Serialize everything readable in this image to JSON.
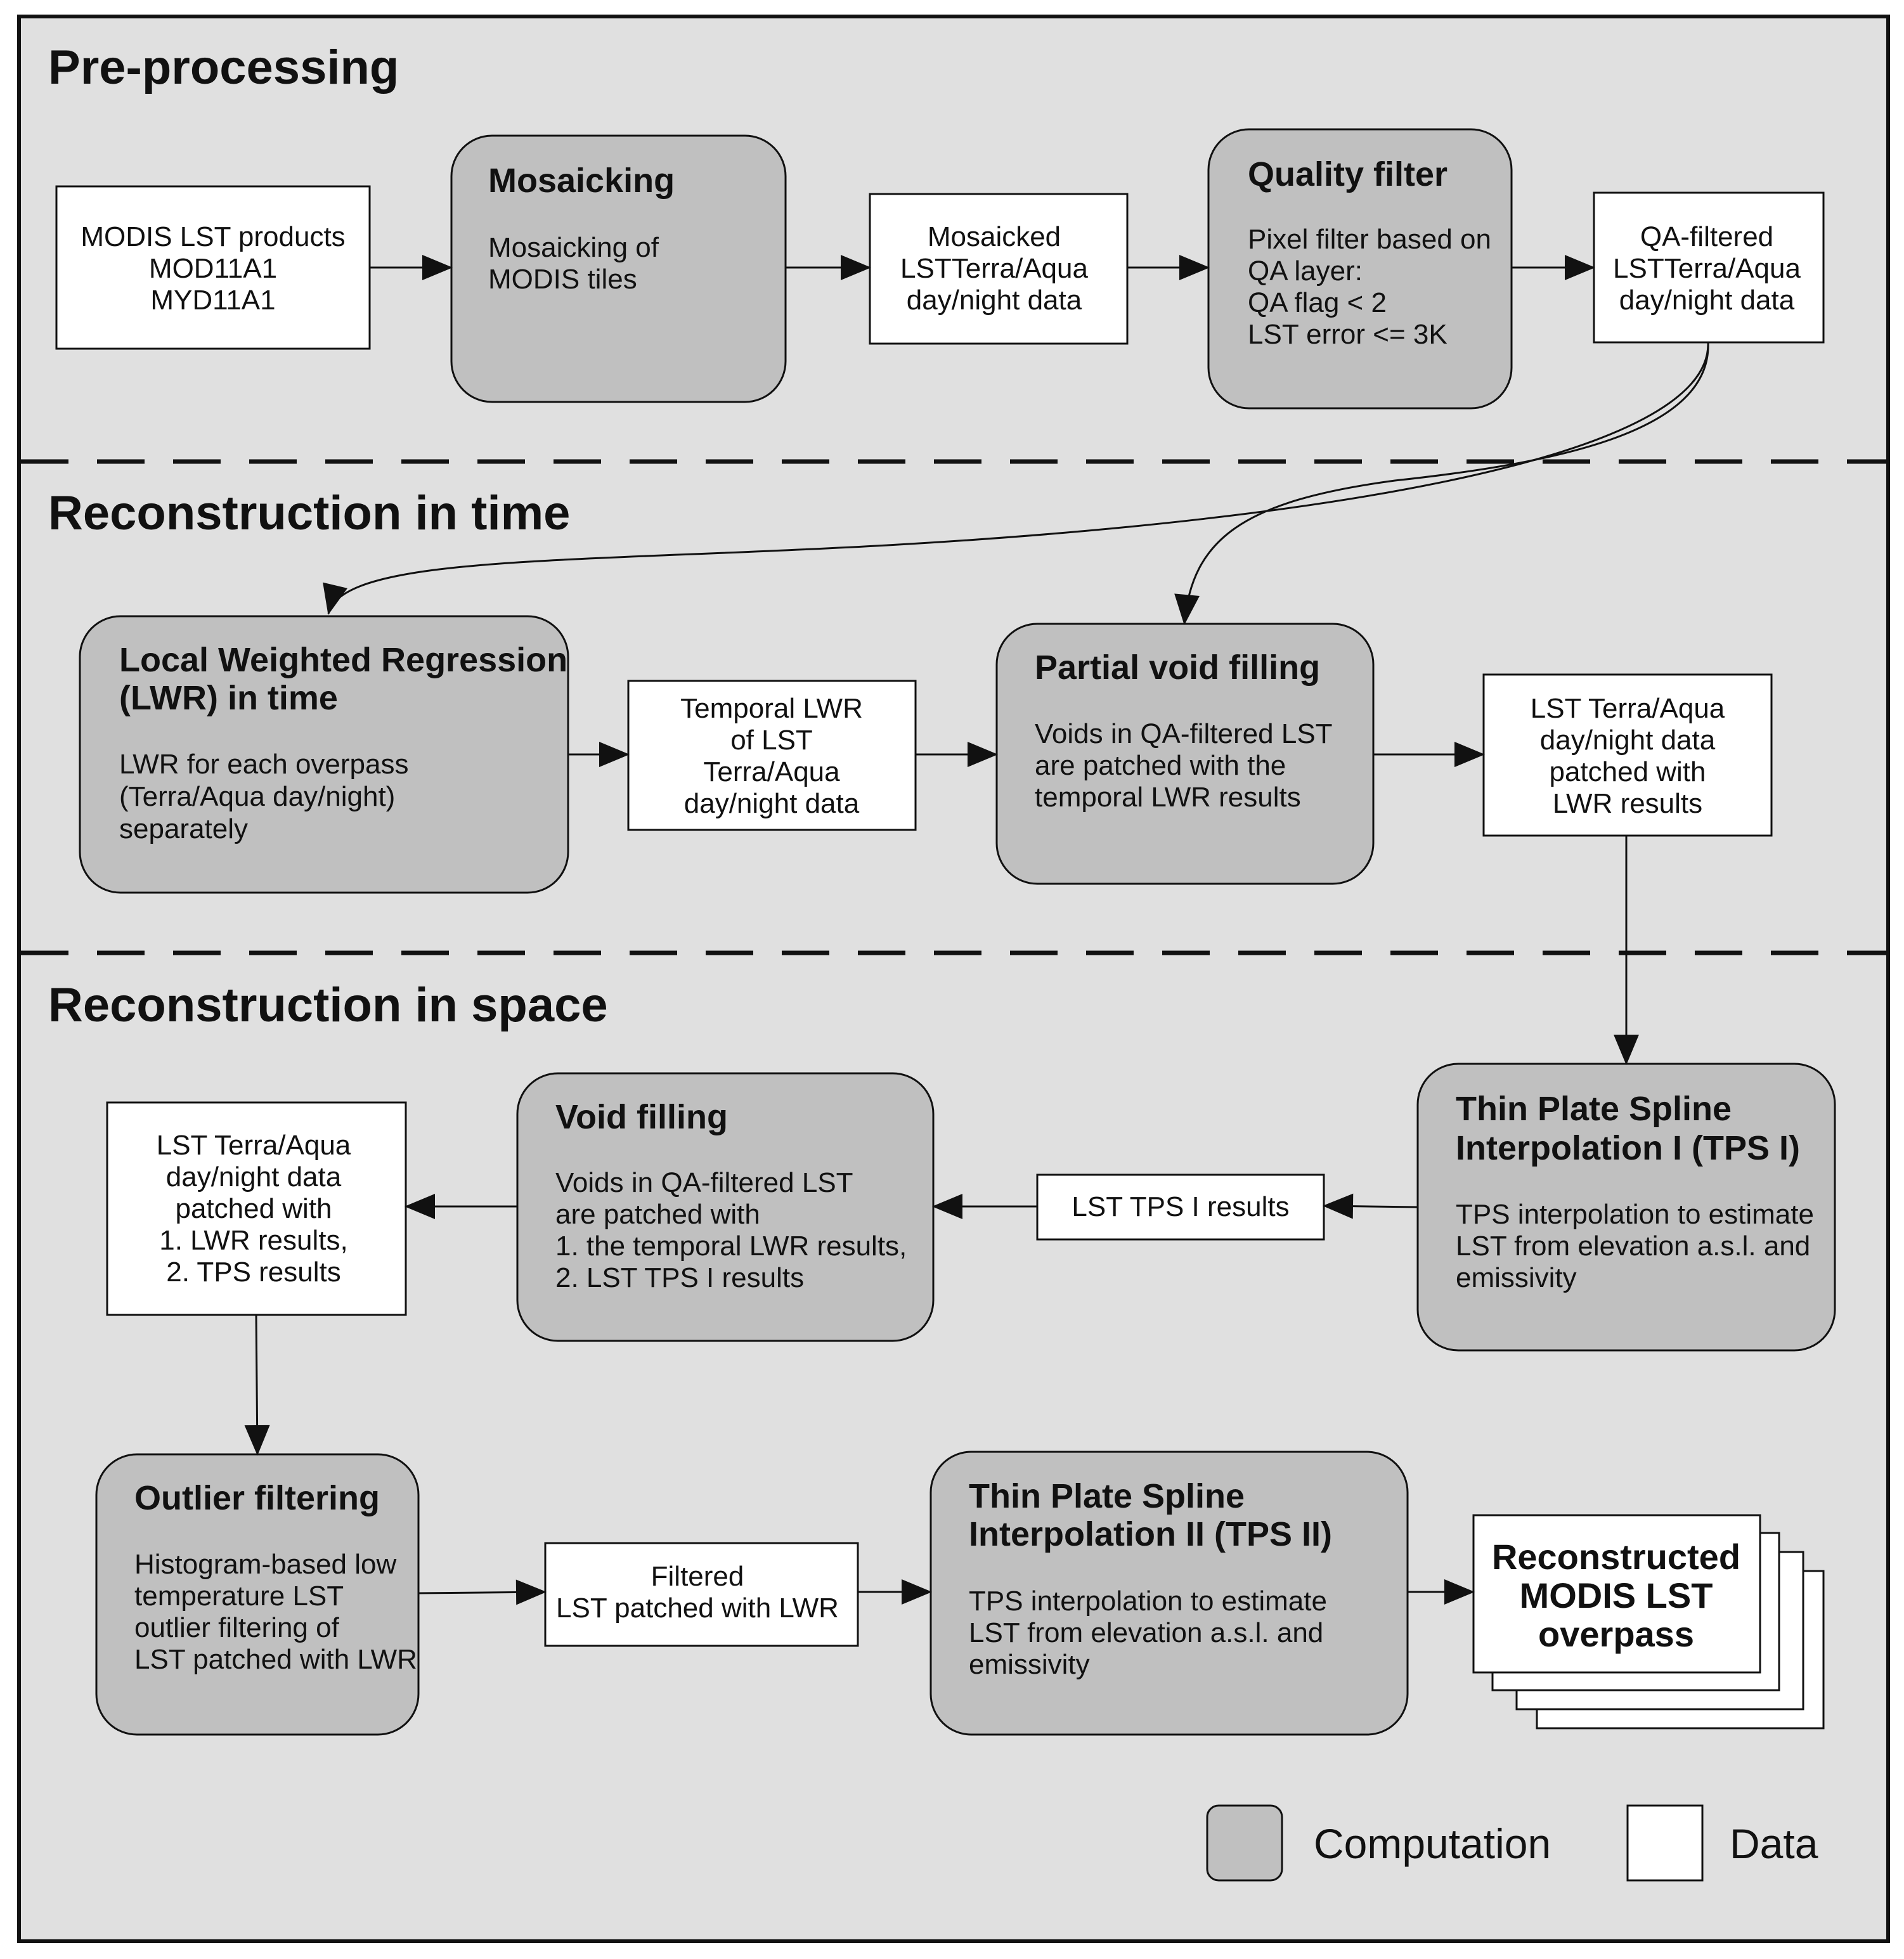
{
  "sections": {
    "preprocessing": "Pre-processing",
    "time": "Reconstruction in time",
    "space": "Reconstruction in space"
  },
  "colors": {
    "background": "#e0e0e0",
    "computation": "#c0c0c0",
    "data": "#ffffff",
    "line": "#111111"
  },
  "computation_nodes": {
    "mosaicking": {
      "title": [
        "Mosaicking"
      ],
      "body": [
        "Mosaicking of",
        "MODIS tiles"
      ]
    },
    "quality_filter": {
      "title": [
        "Quality filter"
      ],
      "body": [
        "Pixel filter based on",
        "QA layer:",
        "QA flag < 2",
        "LST error <= 3K"
      ]
    },
    "lwr": {
      "title": [
        "Local Weighted Regression",
        "(LWR) in time"
      ],
      "body": [
        "LWR for each overpass",
        "(Terra/Aqua day/night)",
        "separately"
      ]
    },
    "partial_void": {
      "title": [
        "Partial void filling"
      ],
      "body": [
        "Voids in QA-filtered LST",
        "are patched with the",
        "temporal LWR results"
      ]
    },
    "tps1": {
      "title": [
        "Thin Plate Spline",
        "Interpolation I (TPS I)"
      ],
      "body": [
        "TPS interpolation to estimate",
        "LST from elevation a.s.l. and",
        "emissivity"
      ]
    },
    "void_filling": {
      "title": [
        "Void filling"
      ],
      "body": [
        "Voids in QA-filtered LST",
        "are patched with",
        "1. the temporal LWR results,",
        "2. LST TPS I results"
      ]
    },
    "outlier": {
      "title": [
        "Outlier filtering"
      ],
      "body": [
        "Histogram-based low",
        "temperature LST",
        "outlier filtering of",
        "LST patched with LWR"
      ]
    },
    "tps2": {
      "title": [
        "Thin Plate Spline",
        "Interpolation II (TPS II)"
      ],
      "body": [
        "TPS interpolation to estimate",
        "LST from elevation a.s.l. and",
        "emissivity"
      ]
    }
  },
  "data_nodes": {
    "modis_products": [
      "MODIS LST products",
      "MOD11A1",
      "MYD11A1"
    ],
    "mosaicked": [
      "Mosaicked",
      "LSTTerra/Aqua",
      "day/night data"
    ],
    "qa_filtered": [
      "QA-filtered",
      "LSTTerra/Aqua",
      "day/night data"
    ],
    "temporal_lwr": [
      "Temporal LWR",
      "of LST",
      "Terra/Aqua",
      "day/night data"
    ],
    "patched_lwr": [
      "LST Terra/Aqua",
      "day/night data",
      "patched with",
      "LWR results"
    ],
    "tps1_results": [
      "LST TPS I results"
    ],
    "patched_both": [
      "LST Terra/Aqua",
      "day/night data",
      "patched with",
      "1. LWR results,",
      "2. TPS results"
    ],
    "filtered": [
      "Filtered",
      "LST patched with LWR"
    ],
    "reconstructed": [
      "Reconstructed",
      "MODIS LST",
      "overpass"
    ]
  },
  "legend": {
    "computation": "Computation",
    "data": "Data"
  }
}
